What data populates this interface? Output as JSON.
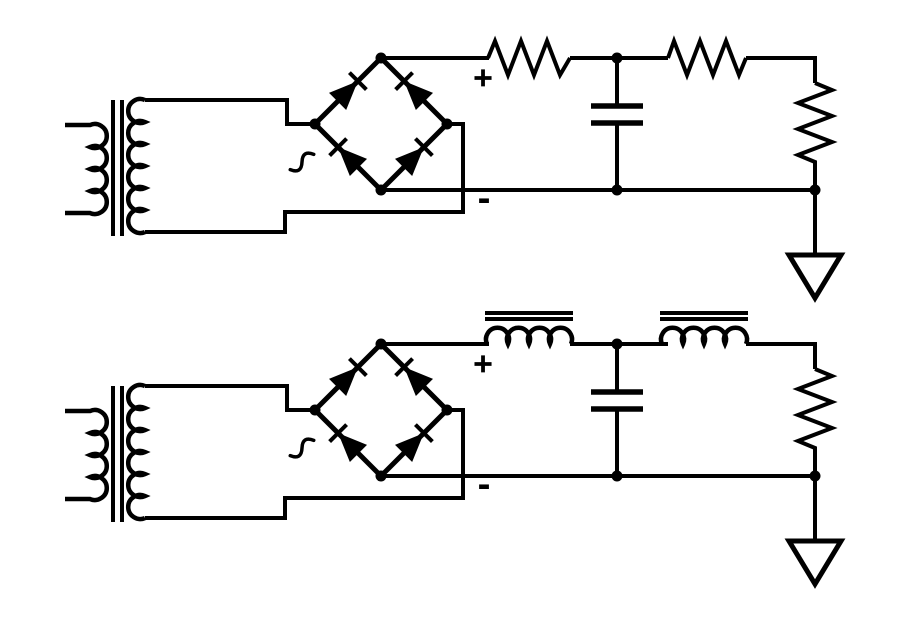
{
  "diagram": {
    "type": "circuit-schematic",
    "background_color": "#ffffff",
    "line_color": "#000000",
    "description": "Two full-wave bridge rectifier power supplies with pi filters: top uses series resistors (R-C filter), bottom uses iron-core series inductors (L-C filter)",
    "circuits": [
      {
        "name": "bridge-rectifier-with-RC-pi-filter",
        "components": [
          "transformer",
          "bridge-rectifier",
          "sine-ac-source",
          "series-resistor",
          "shunt-capacitor",
          "series-resistor",
          "load-resistor",
          "ground"
        ],
        "labels": {
          "plus": "+",
          "minus": "-"
        }
      },
      {
        "name": "bridge-rectifier-with-LC-pi-filter",
        "components": [
          "transformer",
          "bridge-rectifier",
          "sine-ac-source",
          "iron-core-inductor",
          "shunt-capacitor",
          "iron-core-inductor",
          "load-resistor",
          "ground"
        ],
        "labels": {
          "plus": "+",
          "minus": "-"
        }
      }
    ]
  }
}
